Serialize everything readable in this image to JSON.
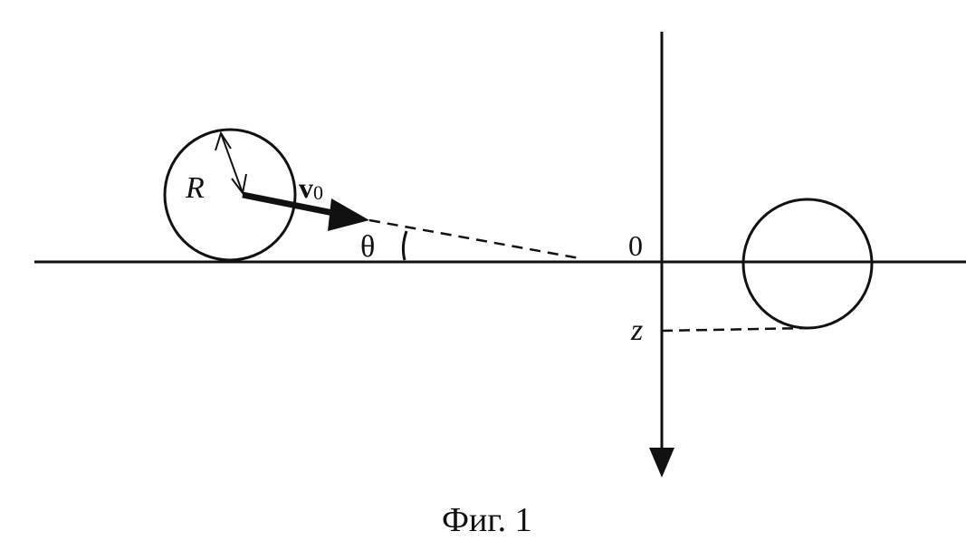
{
  "labels": {
    "radius": "R",
    "velocity": "v",
    "velocity_subscript": "0",
    "angle": "θ",
    "origin": "0",
    "depth": "z",
    "caption": "Фиг. 1"
  },
  "colors": {
    "ink": "#111111",
    "background": "#ffffff"
  }
}
